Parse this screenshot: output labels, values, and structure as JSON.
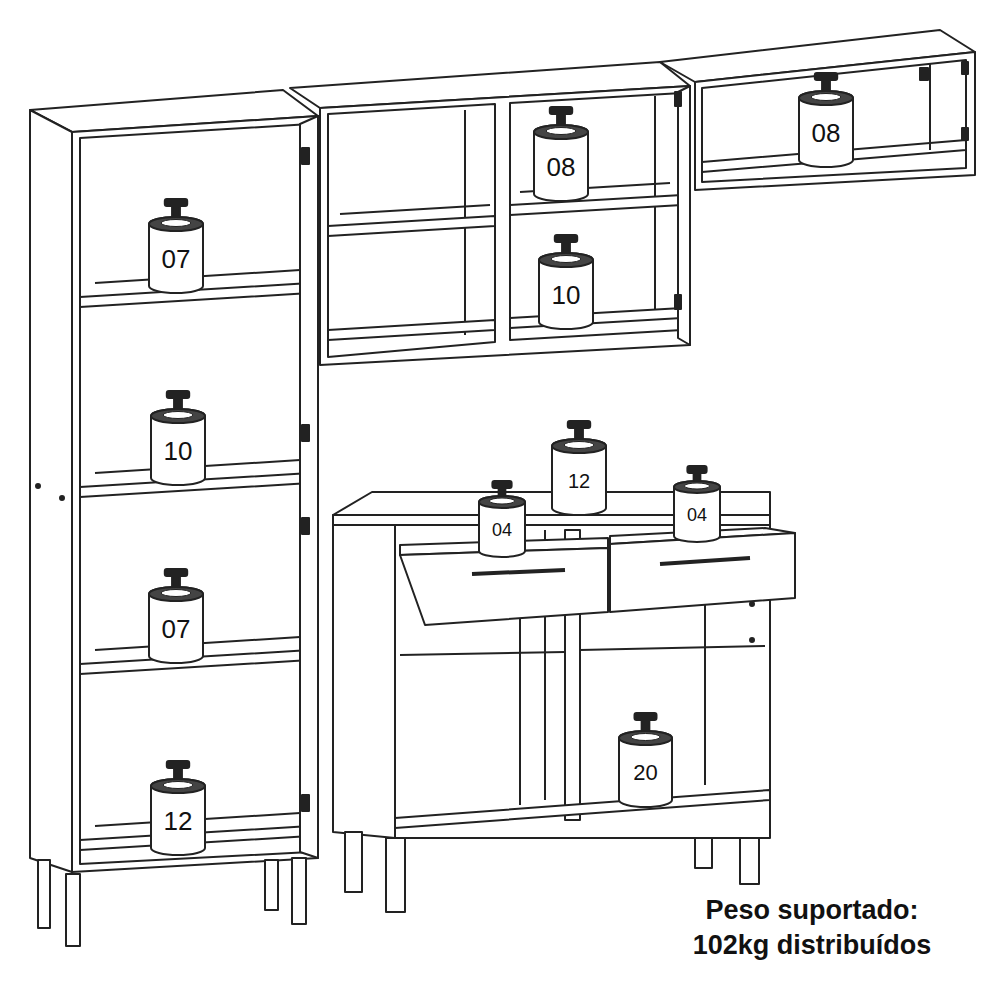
{
  "diagram": {
    "caption": "Peso suportado: 102kg distribuídos",
    "nodes": [
      {
        "text": [
          "07"
        ]
      },
      {
        "text": [
          "10"
        ]
      },
      {
        "text": [
          "07"
        ]
      },
      {
        "text": [
          "12"
        ]
      },
      {
        "text": [
          "08"
        ]
      },
      {
        "text": [
          "10"
        ]
      },
      {
        "text": [
          "08"
        ]
      },
      {
        "text": [
          "12"
        ]
      },
      {
        "text": [
          "04"
        ]
      },
      {
        "text": [
          "04"
        ]
      },
      {
        "text": [
          "20"
        ]
      }
    ]
  }
}
